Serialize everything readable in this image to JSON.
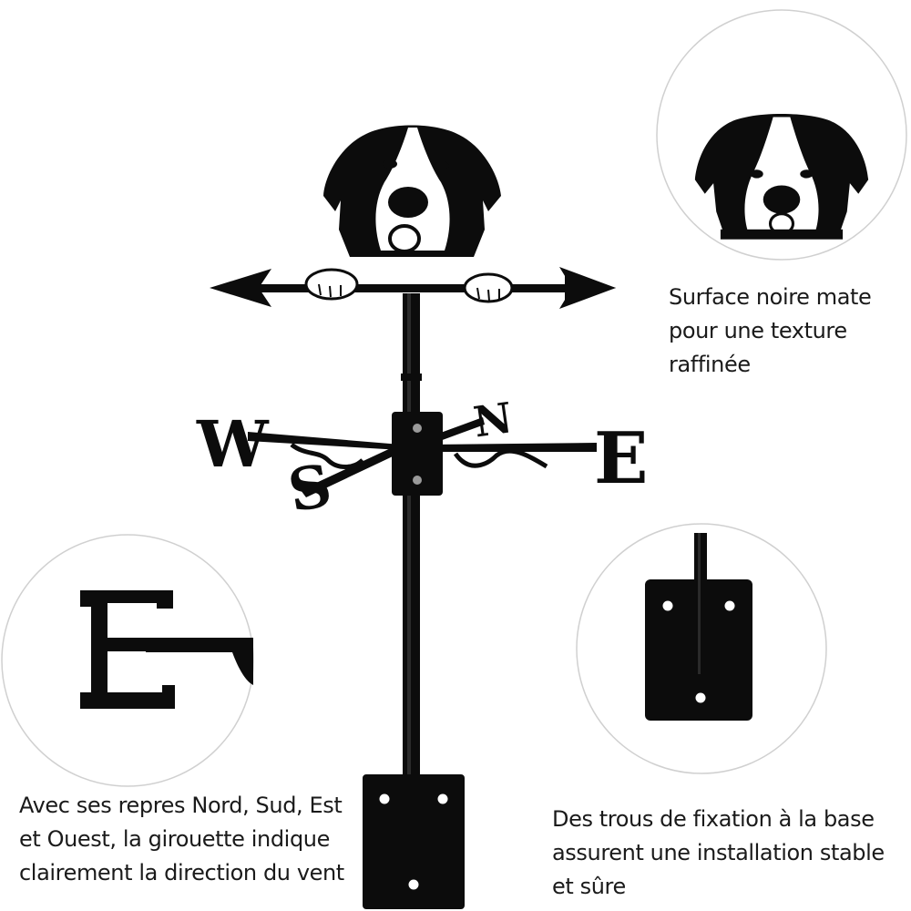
{
  "captions": {
    "texture": {
      "line1": "Surface noire mate",
      "line2": "pour une texture",
      "line3": "raffinée"
    },
    "directions": {
      "line1": "Avec ses repres Nord, Sud, Est",
      "line2": "et Ouest, la girouette indique",
      "line3": "clairement la direction du vent"
    },
    "holes": {
      "line1": "Des trous de fixation à la base",
      "line2": "assurent une installation stable",
      "line3": "et sûre"
    }
  },
  "compass_letters": {
    "north": "N",
    "south": "S",
    "east": "E",
    "west": "W",
    "detail_east": "E"
  },
  "colors": {
    "metal": "#0c0c0c",
    "circle_border": "#d0d0d0",
    "background": "#ffffff"
  }
}
